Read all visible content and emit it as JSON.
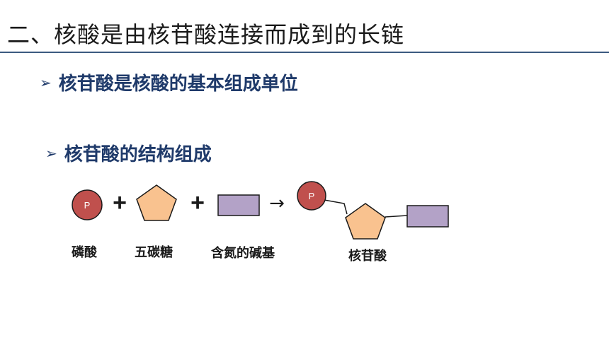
{
  "title": "二、核酸是由核苷酸连接而成到的长链",
  "bullets": [
    {
      "arrow": "➢",
      "text": "核苷酸是核酸的基本组成单位"
    },
    {
      "arrow": "➢",
      "text": "核苷酸的结构组成"
    }
  ],
  "diagram": {
    "phosphate_symbol": "P",
    "plus_symbol": "+",
    "arrow_symbol": "→",
    "labels": {
      "phosphate": "磷酸",
      "sugar": "五碳糖",
      "base": "含氮的碱基",
      "nucleotide": "核苷酸"
    },
    "colors": {
      "phosphate_fill": "#c0504d",
      "sugar_fill": "#f9c28f",
      "base_fill": "#b3a2c7",
      "stroke": "#1a1a1a"
    }
  }
}
